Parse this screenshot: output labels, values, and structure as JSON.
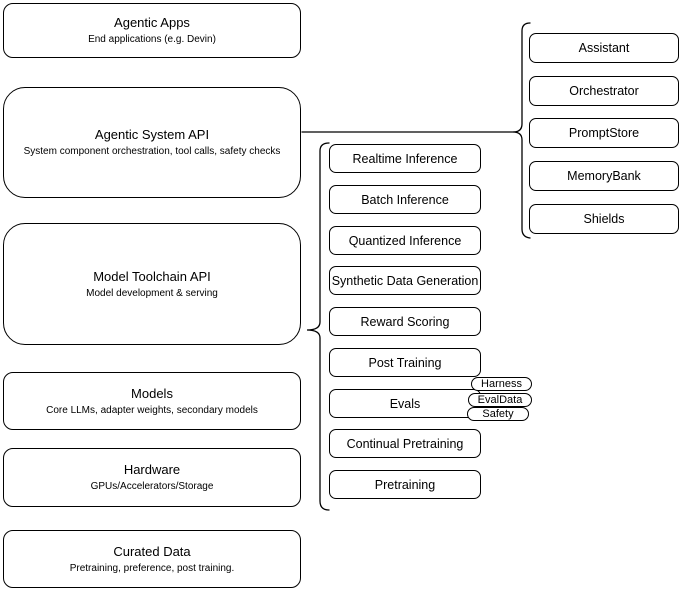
{
  "left_stack": [
    {
      "title": "Agentic Apps",
      "subtitle": "End applications (e.g. Devin)"
    },
    {
      "title": "Agentic System API",
      "subtitle": "System component orchestration, tool calls, safety checks"
    },
    {
      "title": "Model Toolchain API",
      "subtitle": "Model development & serving"
    },
    {
      "title": "Models",
      "subtitle": "Core LLMs, adapter weights, secondary models"
    },
    {
      "title": "Hardware",
      "subtitle": "GPUs/Accelerators/Storage"
    },
    {
      "title": "Curated Data",
      "subtitle": "Pretraining, preference, post training."
    }
  ],
  "toolchain_stack": [
    "Realtime Inference",
    "Batch Inference",
    "Quantized Inference",
    "Synthetic Data Generation",
    "Reward Scoring",
    "Post Training",
    "Evals",
    "Continual Pretraining",
    "Pretraining"
  ],
  "evals_tags": [
    "Harness",
    "EvalData",
    "Safety"
  ],
  "system_components": [
    "Assistant",
    "Orchestrator",
    "PromptStore",
    "MemoryBank",
    "Shields"
  ],
  "colors": {
    "stroke": "#000000",
    "fill": "#ffffff",
    "text": "#000000",
    "background": "#ffffff"
  }
}
